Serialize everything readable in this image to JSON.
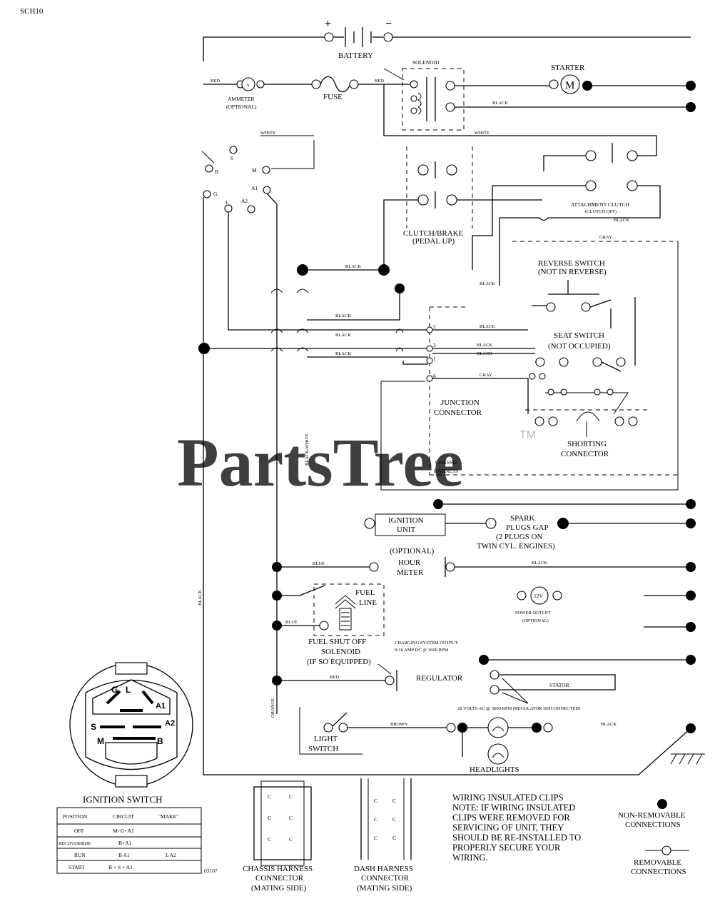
{
  "code": "SCH10",
  "watermark": "PartsTree",
  "watermark_tm": "TM",
  "labels": {
    "plus": "+",
    "minus": "−",
    "battery": "BATTERY",
    "solenoid": "SOLENOID",
    "starter": "STARTER",
    "motor": "M",
    "red1": "RED",
    "ammeter_a": "A",
    "ammeter1": "AMMETER",
    "ammeter2": "(OPTIONAL)",
    "fuse": "FUSE",
    "red2": "RED",
    "black_sol": "BLACK",
    "white_top": "WHITE",
    "white_mid": "WHITE",
    "ign_s": "S",
    "ign_b": "B",
    "ign_m": "M",
    "ign_a1": "A1",
    "ign_g": "G",
    "ign_l": "L",
    "ign_a2": "A2",
    "attach1": "ATTACHMENT CLUTCH",
    "attach2": "(CLUTCH OFF)",
    "black_att": "BLACK",
    "clutch1": "CLUTCH/BRAKE",
    "clutch2": "(PEDAL UP)",
    "gray_top": "GRAY",
    "black_w1": "BLACK",
    "black_w2": "BLACK",
    "reverse1": "REVERSE SWITCH",
    "reverse2": "(NOT IN REVERSE)",
    "black_w3": "BLACK",
    "black_w4": "BLACK",
    "black_w5": "BLACK",
    "black_w6": "BLACK",
    "black_w7": "BLACK",
    "black_w8": "BLACK",
    "pin2": "2",
    "pin3": "3",
    "pin1": "1",
    "pin6": "6",
    "gray_mid": "GRAY",
    "seat1": "SEAT SWITCH",
    "seat2": "(NOT OCCUPIED)",
    "junction1": "JUNCTION",
    "junction2": "CONNECTOR",
    "shorting1": "SHORTING",
    "shorting2": "CONNECTOR",
    "chassis1": "CHASSIS",
    "chassis2": "HARNESS",
    "black_white": "BLACK/WHITE",
    "ignition1": "IGNITION",
    "ignition2": "UNIT",
    "spark1": "SPARK",
    "spark2": "PLUGS GAP",
    "spark3": "(2 PLUGS ON",
    "spark4": "TWIN CYL. ENGINES)",
    "optional": "(OPTIONAL)",
    "hour1": "HOUR",
    "hour2": "METER",
    "blue1": "BLUE",
    "black_hr": "BLACK",
    "fuel1": "FUEL",
    "fuel2": "LINE",
    "v12": "12V",
    "outlet1": "POWER OUTLET",
    "outlet2": "(OPTIONAL)",
    "blue2": "BLUE",
    "fso1": "FUEL SHUT OFF",
    "fso2": "SOLENOID",
    "fso3": "(IF SO EQUIPPED)",
    "charging1": "CHARGING SYSTEM OUTPUT",
    "charging2": "9-16 AMP DC @ 3600 RPM",
    "black_left": "BLACK",
    "red3": "RED",
    "regulator": "REGULATOR",
    "stator": "STATOR",
    "volts": "28 VOLTS AC @ 3600 RPM (REGULATOR DISCONNECTED)",
    "orange": "ORANGE",
    "brown": "BROWN",
    "black_hl": "BLACK",
    "light1": "LIGHT",
    "light2": "SWITCH",
    "headlights": "HEADLIGHTS",
    "ignition_switch": "IGNITION SWITCH",
    "isw_g": "G",
    "isw_l": "L",
    "isw_a1": "A1",
    "isw_s": "S",
    "isw_a2": "A2",
    "isw_m": "M",
    "isw_b": "B",
    "chh1": "CHASSIS HARNESS",
    "chh2": "CONNECTOR",
    "chh3": "(MATING SIDE)",
    "dash1": "DASH HARNESS",
    "dash2": "CONNECTOR",
    "dash3": "(MATING SIDE)",
    "docnum": "03107",
    "clips1": "WIRING INSULATED CLIPS",
    "clips2": "NOTE: IF WIRING INSULATED",
    "clips3": "CLIPS WERE REMOVED FOR",
    "clips4": "SERVICING OF UNIT, THEY",
    "clips5": "SHOULD BE RE-INSTALLED TO",
    "clips6": "PROPERLY SECURE YOUR",
    "clips7": "WIRING.",
    "nonrem1": "NON-REMOVABLE",
    "nonrem2": "CONNECTIONS",
    "rem1": "REMOVABLE",
    "rem2": "CONNECTIONS"
  },
  "table": {
    "headers": [
      "POSITION",
      "CIRCUIT",
      "\"MAKE\""
    ],
    "rows": [
      [
        "OFF",
        "M+G+A1",
        ""
      ],
      [
        "RECOVERRIDE",
        "B+A1",
        ""
      ],
      [
        "RUN",
        "B  A1",
        "L  A2"
      ],
      [
        "START",
        "B + S + A1",
        ""
      ]
    ]
  }
}
